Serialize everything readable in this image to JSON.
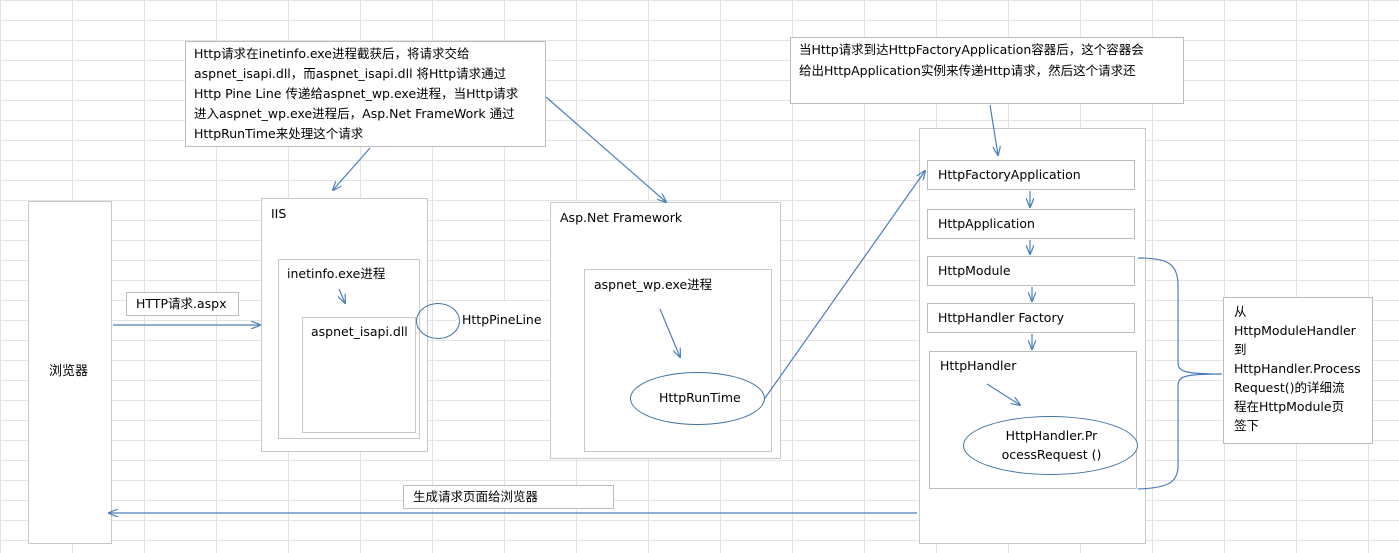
{
  "browser": {
    "label": "浏览器"
  },
  "request_label": "HTTP请求.aspx",
  "response_label": "生成请求页面给浏览器",
  "iis": {
    "title": "IIS",
    "inetinfo_label": "inetinfo.exe进程",
    "isapi_label": "aspnet_isapi.dll"
  },
  "pipeline_label": "HttpPineLine",
  "framework": {
    "title": "Asp.Net Framework",
    "process_label": "aspnet_wp.exe进程",
    "runtime_label": "HttpRunTime"
  },
  "note_left": {
    "lines": [
      "Http请求在inetinfo.exe进程截获后，将请求交给",
      "aspnet_isapi.dll，而aspnet_isapi.dll 将Http请求通过",
      "Http Pine Line 传递给aspnet_wp.exe进程，当Http请求",
      "进入aspnet_wp.exe进程后，Asp.Net FrameWork 通过",
      "HttpRunTime来处理这个请求"
    ]
  },
  "note_right": {
    "lines": [
      "当Http请求到达HttpFactoryApplication容器后，这个容器会",
      "给出HttpApplication实例来传递Http请求，然后这个请求还"
    ]
  },
  "pipeline_stack": {
    "factory_app": "HttpFactoryApplication",
    "application": "HttpApplication",
    "module": "HttpModule",
    "handler_factory": "HttpHandler Factory",
    "handler": "HttpHandler",
    "process_request_line1": "HttpHandler.Pr",
    "process_request_line2": "ocessRequest ()"
  },
  "side_note": {
    "lines": [
      "从",
      "HttpModuleHandler",
      "到",
      "HttpHandler.Process",
      "Request()的详细流",
      "程在HttpModule页",
      "签下"
    ]
  },
  "colors": {
    "arrow": "#4a7ebb",
    "ellipse_border": "#41719c",
    "box_border": "#c8c8c8",
    "grid": "#e3e3e3"
  }
}
